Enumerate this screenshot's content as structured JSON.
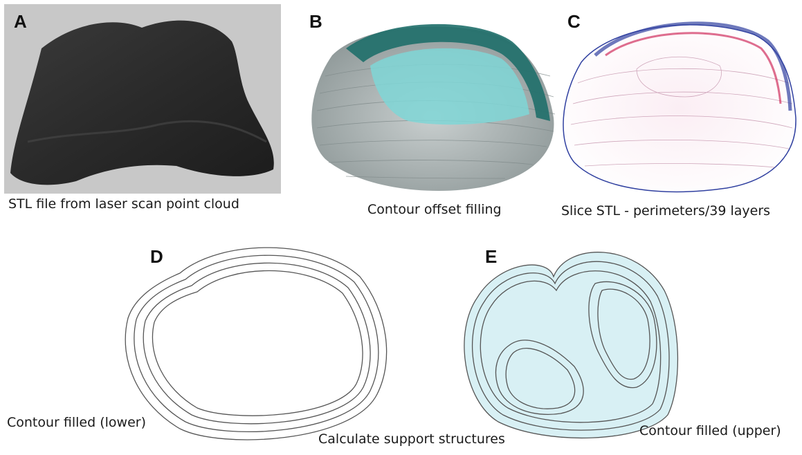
{
  "panels": {
    "a": {
      "letter": "A",
      "caption": "STL file from laser scan point cloud"
    },
    "b": {
      "letter": "B",
      "caption": "Contour offset filling"
    },
    "c": {
      "letter": "C",
      "caption": "Slice STL - perimeters/39 layers"
    },
    "d": {
      "letter": "D",
      "caption": "Contour filled (lower)"
    },
    "e": {
      "letter": "E",
      "caption": "Contour filled (upper)"
    }
  },
  "bottom_caption": "Calculate support structures",
  "colors": {
    "panel_a_bg": "#c8c8c8",
    "solid_model": "#2c2c2c",
    "mesh_grey": "#9aa3a3",
    "offset_teal": "#1f6f6a",
    "fill_cyan": "#7fd6d6",
    "perimeter_blue": "#3040a0",
    "perimeter_red": "#d03060",
    "contour_line": "#555555",
    "contour_fill": "#d8f0f4"
  }
}
